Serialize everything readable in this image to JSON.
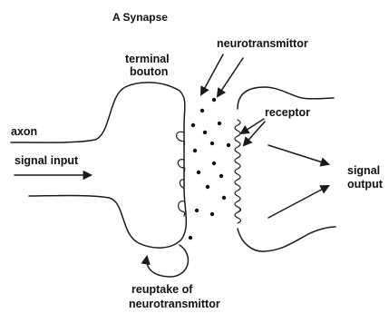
{
  "diagram": {
    "title": "A Synapse",
    "labels": {
      "terminal_line1": "terminal",
      "terminal_line2": "bouton",
      "neurotransmitter": "neurotransmittor",
      "axon": "axon",
      "receptor": "receptor",
      "signal_input": "signal input",
      "signal_output_line1": "signal",
      "signal_output_line2": "output",
      "reuptake_line1": "reuptake of",
      "reuptake_line2": "neurotransmittor"
    }
  }
}
